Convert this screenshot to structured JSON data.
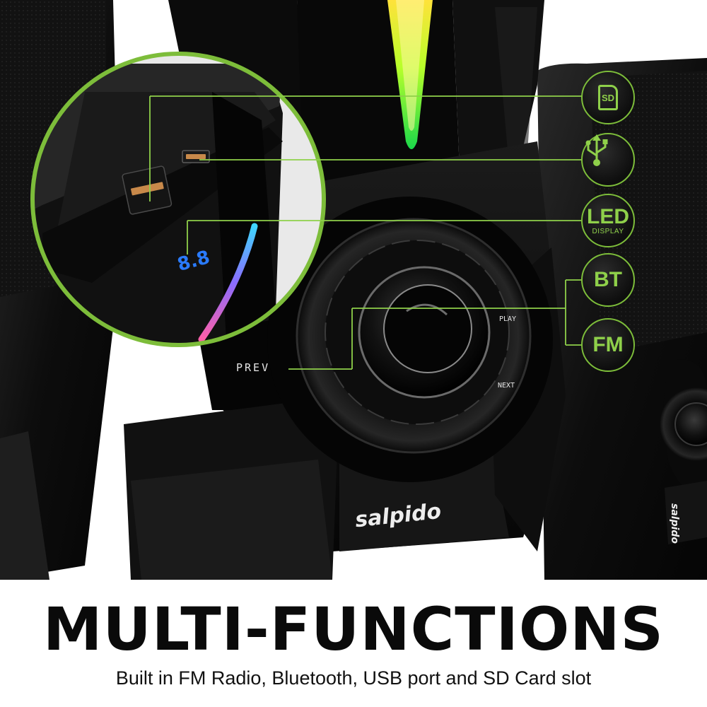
{
  "headline": "MULTI-FUNCTIONS",
  "subline": "Built in FM Radio, Bluetooth, USB port and SD Card slot",
  "features": {
    "sd": {
      "label": "SD",
      "icon": "sd-card-icon"
    },
    "usb": {
      "icon": "usb-icon"
    },
    "led": {
      "label": "LED",
      "sub": "DISPLAY"
    },
    "bt": {
      "label": "BT"
    },
    "fm": {
      "label": "FM"
    }
  },
  "buttons": {
    "prev": "PREV",
    "play": "PLAY",
    "next": "NEXT"
  },
  "brand": "salpido",
  "side_brand": "salpido",
  "colors": {
    "accent": "#8fd04a",
    "background": "#ffffff",
    "speaker": "#0c0c0c"
  }
}
